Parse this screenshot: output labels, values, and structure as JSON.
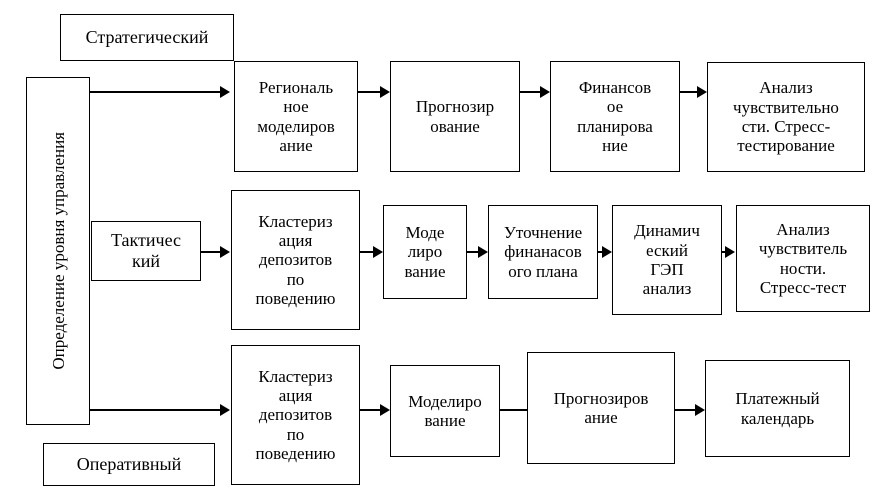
{
  "diagram": {
    "title_vertical": "Определение уровня управления",
    "levels": [
      {
        "id": "strategic",
        "label": "Стратегический"
      },
      {
        "id": "tactical",
        "label": "Тактичес\nкий"
      },
      {
        "id": "operational",
        "label": "Оперативный"
      }
    ],
    "rows": [
      {
        "id": "strategic-row",
        "steps": [
          {
            "label": "Региональ\nное\nмоделиров\nание"
          },
          {
            "label": "Прогнозир\nование"
          },
          {
            "label": "Финансов\nое\nпланирова\nние"
          },
          {
            "label": "Анализ\nчувствительно\nсти. Стресс-\nтестирование"
          }
        ]
      },
      {
        "id": "tactical-row",
        "steps": [
          {
            "label": "Кластериз\nация\nдепозитов\nпо\nповедению"
          },
          {
            "label": "Моде\nлиро\nвание"
          },
          {
            "label": "Уточнение\nфинанасов\nого плана"
          },
          {
            "label": "Динамич\nеский\nГЭП\nанализ"
          },
          {
            "label": "Анализ\nчувствитель\nности.\nСтресс-тест"
          }
        ]
      },
      {
        "id": "operational-row",
        "steps": [
          {
            "label": "Кластериз\nация\nдепозитов\nпо\nповедению"
          },
          {
            "label": "Моделиро\nвание"
          },
          {
            "label": "Прогнозиров\nание"
          },
          {
            "label": "Платежный\nкалендарь"
          }
        ]
      }
    ],
    "colors": {
      "stroke": "#000000",
      "fill": "#ffffff",
      "text": "#000000"
    }
  }
}
